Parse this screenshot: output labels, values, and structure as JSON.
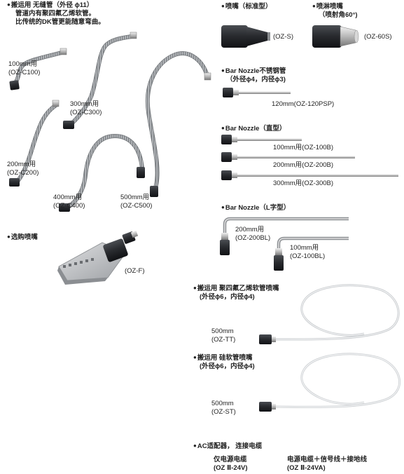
{
  "sections": {
    "flex_tube": {
      "title": "搬运用 无缝管（外径 ɸ11）",
      "line2": "管道内有聚四氟乙烯软管。",
      "line3": "比传统的DK管更能随意弯曲。"
    },
    "nozzle_std": {
      "title": "喷嘴（标准型）",
      "code": "(OZ-S)"
    },
    "nozzle_spray": {
      "title": "喷淋喷嘴",
      "sub": "（喷射角60°)",
      "code": "(OZ-60S)"
    },
    "bar_ss": {
      "title": "Bar Nozzle不锈钢管",
      "sub": "（外径ɸ4，内径ɸ3)"
    },
    "bar_straight": {
      "title": "Bar Nozzle（直型）"
    },
    "bar_l": {
      "title": "Bar Nozzle（L字型）"
    },
    "optional": {
      "title": "选购喷嘴",
      "code": "(OZ-F)"
    },
    "ptfe": {
      "title": "搬运用 聚四氟乙烯软管喷嘴",
      "sub": "(外径ɸ6，内径ɸ4)",
      "len": "500mm",
      "code": "(OZ-TT)"
    },
    "silicone": {
      "title": "搬运用 硅软管喷嘴",
      "sub": "(外径ɸ6，内径ɸ4)",
      "len": "500mm",
      "code": "(OZ-ST)"
    },
    "ac": {
      "title": "AC适配器， 连接电缆",
      "item1_label": "仅电源电缆",
      "item1_code": "(OZ Ⅱ-24V)",
      "item2_label": "电源电缆＋信号线＋接地线",
      "item2_code": "(OZ Ⅱ-24VA)"
    }
  },
  "tubes": [
    {
      "len": "100mm用",
      "code": "(OZ-C100)"
    },
    {
      "len": "200mm用",
      "code": "(OZ-C200)"
    },
    {
      "len": "300mm用",
      "code": "(OZ-C300)"
    },
    {
      "len": "400mm用",
      "code": "(OZ-C400)"
    },
    {
      "len": "500mm用",
      "code": "(OZ-C500)"
    }
  ],
  "bars": [
    {
      "label": "120mm(OZ-120PSP)"
    },
    {
      "label": "100mm用(OZ-100B)"
    },
    {
      "label": "200mm用(OZ-200B)"
    },
    {
      "label": "300mm用(OZ-300B)"
    },
    {
      "len": "200mm用",
      "code": "(OZ-200BL)"
    },
    {
      "len": "100mm用",
      "code": "(OZ-100BL)"
    }
  ]
}
